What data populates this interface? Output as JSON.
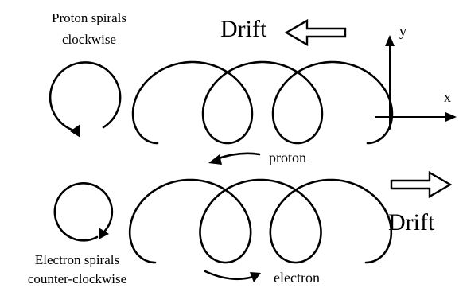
{
  "top_section": {
    "caption_line1": "Proton  spirals",
    "caption_line2": "clockwise",
    "drift_label": "Drift",
    "particle_label": "proton",
    "drift_direction": "left",
    "rotation_direction": "clockwise"
  },
  "bottom_section": {
    "caption_line1": "Electron spirals",
    "caption_line2": "counter-clockwise",
    "drift_label": "Drift",
    "particle_label": "electron",
    "drift_direction": "right",
    "rotation_direction": "counter-clockwise"
  },
  "axes": {
    "y_label": "y",
    "x_label": "x"
  },
  "colors": {
    "ink": "#000000",
    "background": "#ffffff"
  }
}
